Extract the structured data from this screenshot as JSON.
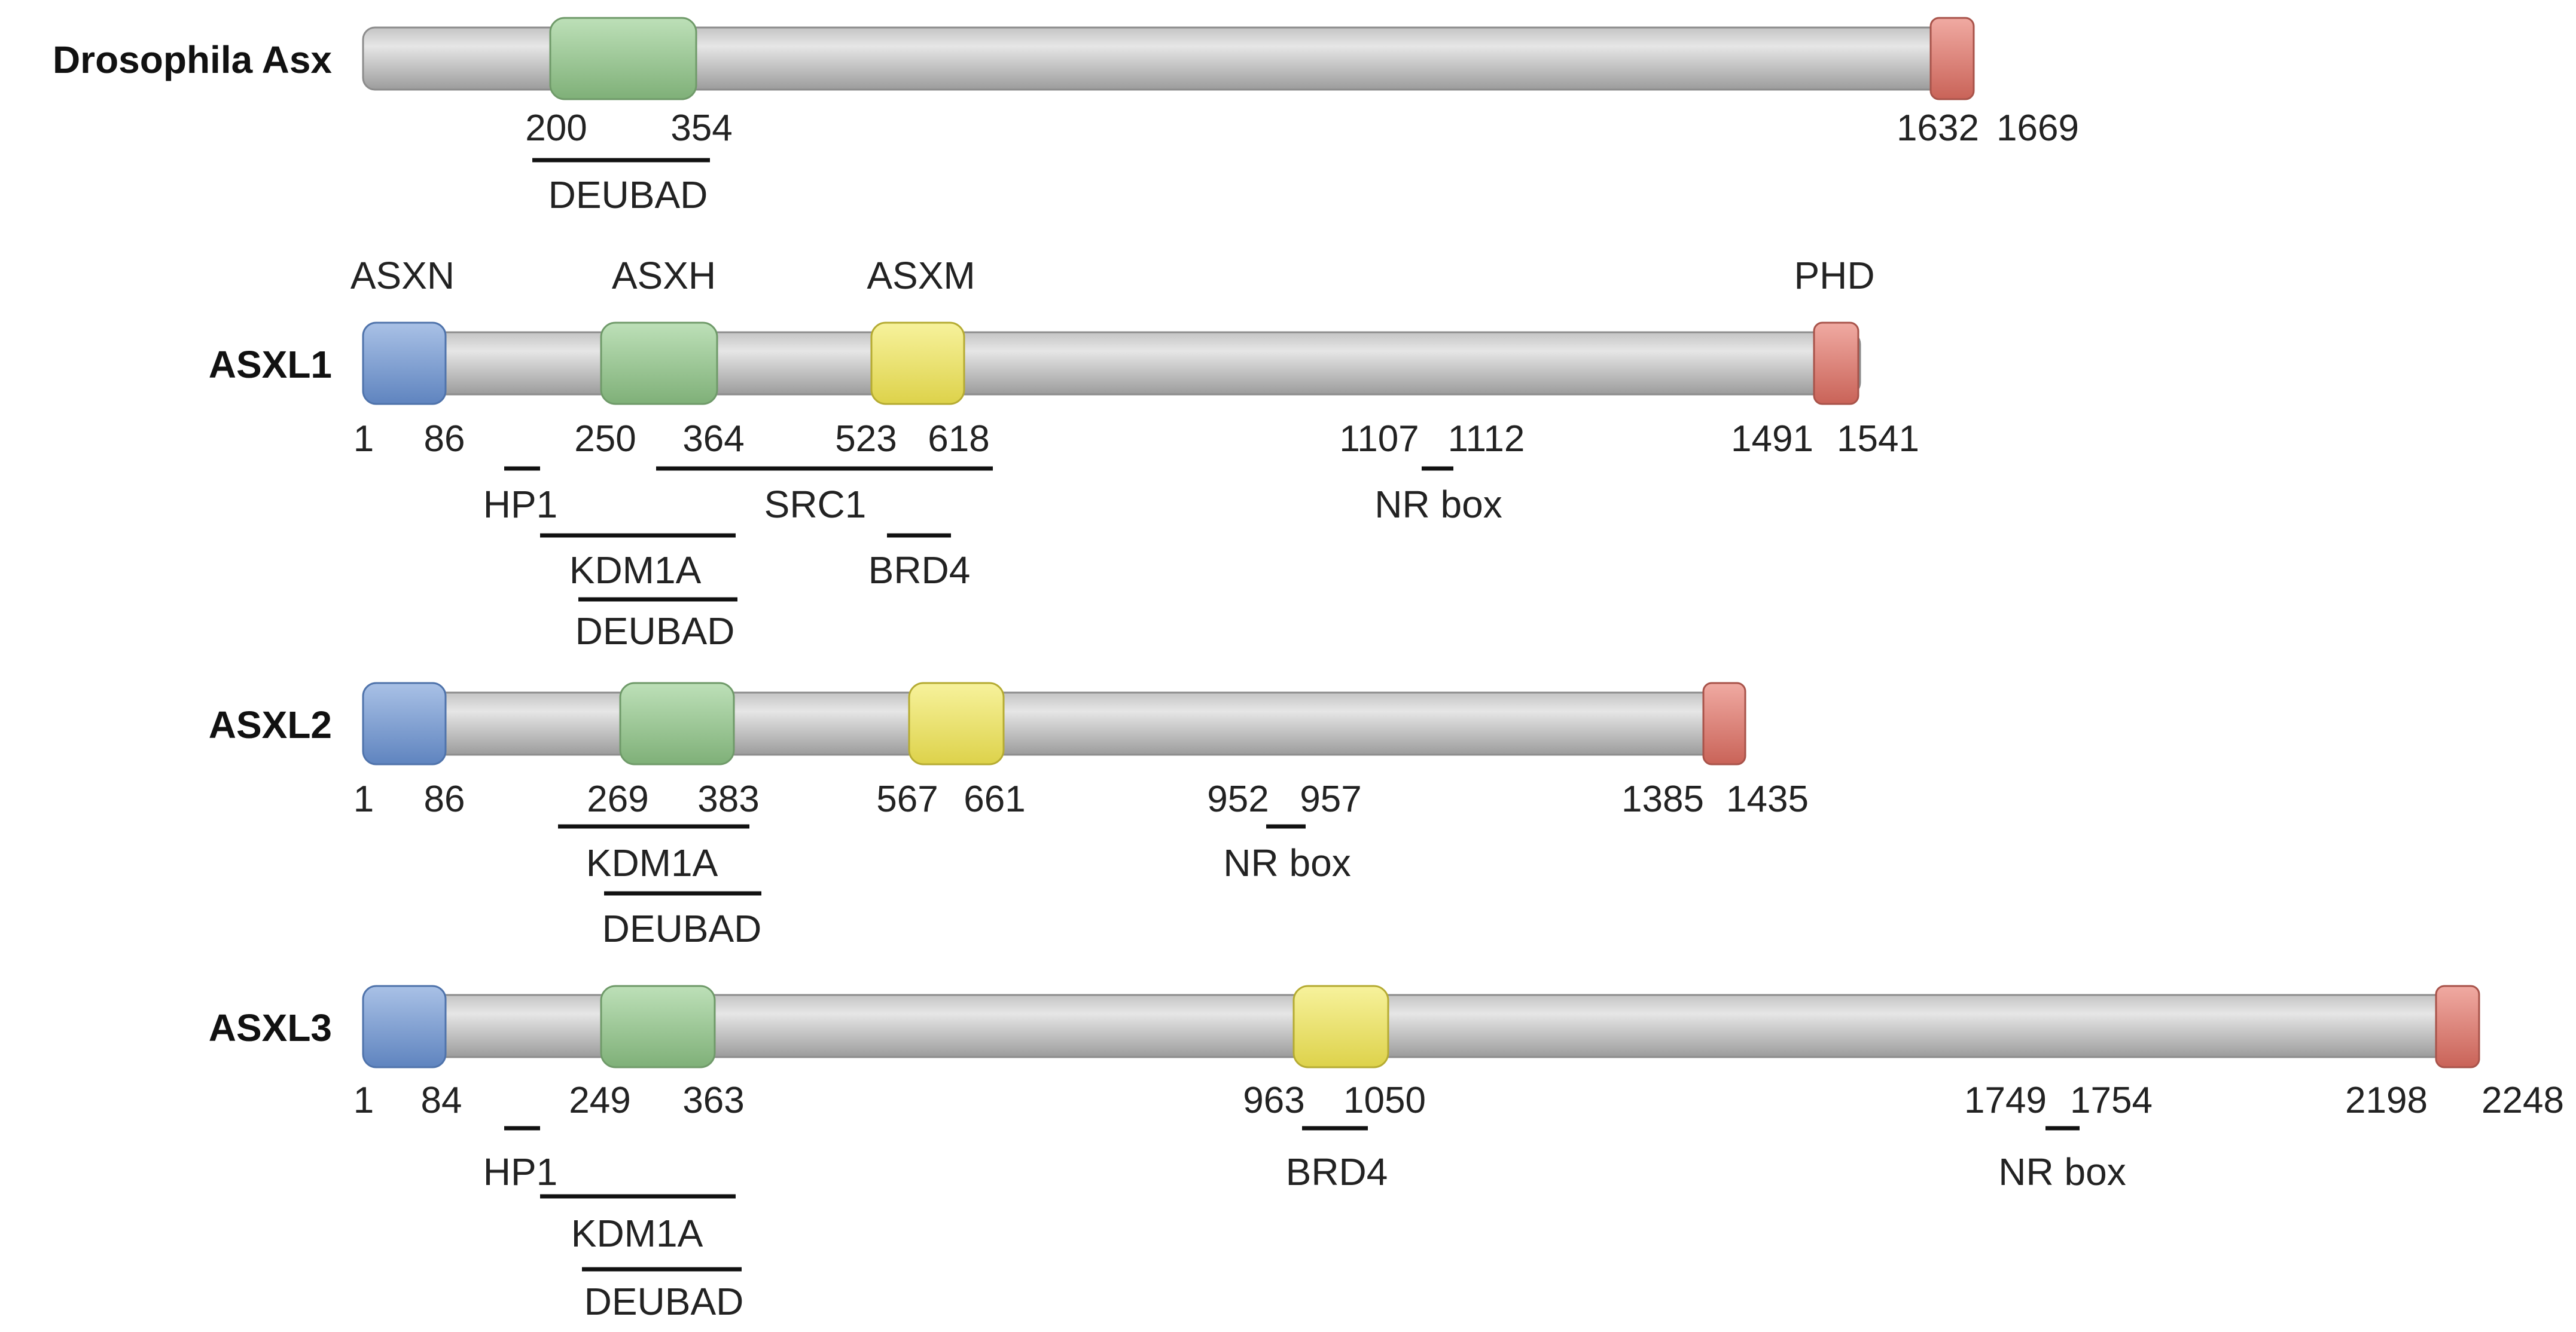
{
  "colors": {
    "backbone_dark": "#9a9a9a",
    "backbone_light": "#e4e4e4",
    "asxn": "#7396cc",
    "asxh": "#93c18d",
    "asxm": "#ece36a",
    "phd": "#d98178",
    "line": "#111111"
  },
  "proteins": [
    {
      "name": "Drosophila Asx",
      "domains": [
        {
          "kind": "asxh",
          "label": ""
        },
        {
          "kind": "phd",
          "label": ""
        }
      ],
      "positions": [
        "200",
        "354",
        "1632",
        "1669"
      ],
      "annotations": [
        "DEUBAD"
      ]
    },
    {
      "name": "ASXL1",
      "domains": [
        {
          "kind": "asxn",
          "label": "ASXN"
        },
        {
          "kind": "asxh",
          "label": "ASXH"
        },
        {
          "kind": "asxm",
          "label": "ASXM"
        },
        {
          "kind": "phd",
          "label": "PHD"
        }
      ],
      "positions": [
        "1",
        "86",
        "250",
        "364",
        "523",
        "618",
        "1107",
        "1112",
        "1491",
        "1541"
      ],
      "annotations": [
        "HP1",
        "SRC1",
        "KDM1A",
        "BRD4",
        "DEUBAD",
        "NR box"
      ]
    },
    {
      "name": "ASXL2",
      "domains": [
        {
          "kind": "asxn",
          "label": ""
        },
        {
          "kind": "asxh",
          "label": ""
        },
        {
          "kind": "asxm",
          "label": ""
        },
        {
          "kind": "phd",
          "label": ""
        }
      ],
      "positions": [
        "1",
        "86",
        "269",
        "383",
        "567",
        "661",
        "952",
        "957",
        "1385",
        "1435"
      ],
      "annotations": [
        "KDM1A",
        "DEUBAD",
        "NR box"
      ]
    },
    {
      "name": "ASXL3",
      "domains": [
        {
          "kind": "asxn",
          "label": ""
        },
        {
          "kind": "asxh",
          "label": ""
        },
        {
          "kind": "asxm",
          "label": ""
        },
        {
          "kind": "phd",
          "label": ""
        }
      ],
      "positions": [
        "1",
        "84",
        "249",
        "363",
        "963",
        "1050",
        "1749",
        "1754",
        "2198",
        "2248"
      ],
      "annotations": [
        "HP1",
        "KDM1A",
        "DEUBAD",
        "BRD4",
        "NR box"
      ]
    }
  ]
}
